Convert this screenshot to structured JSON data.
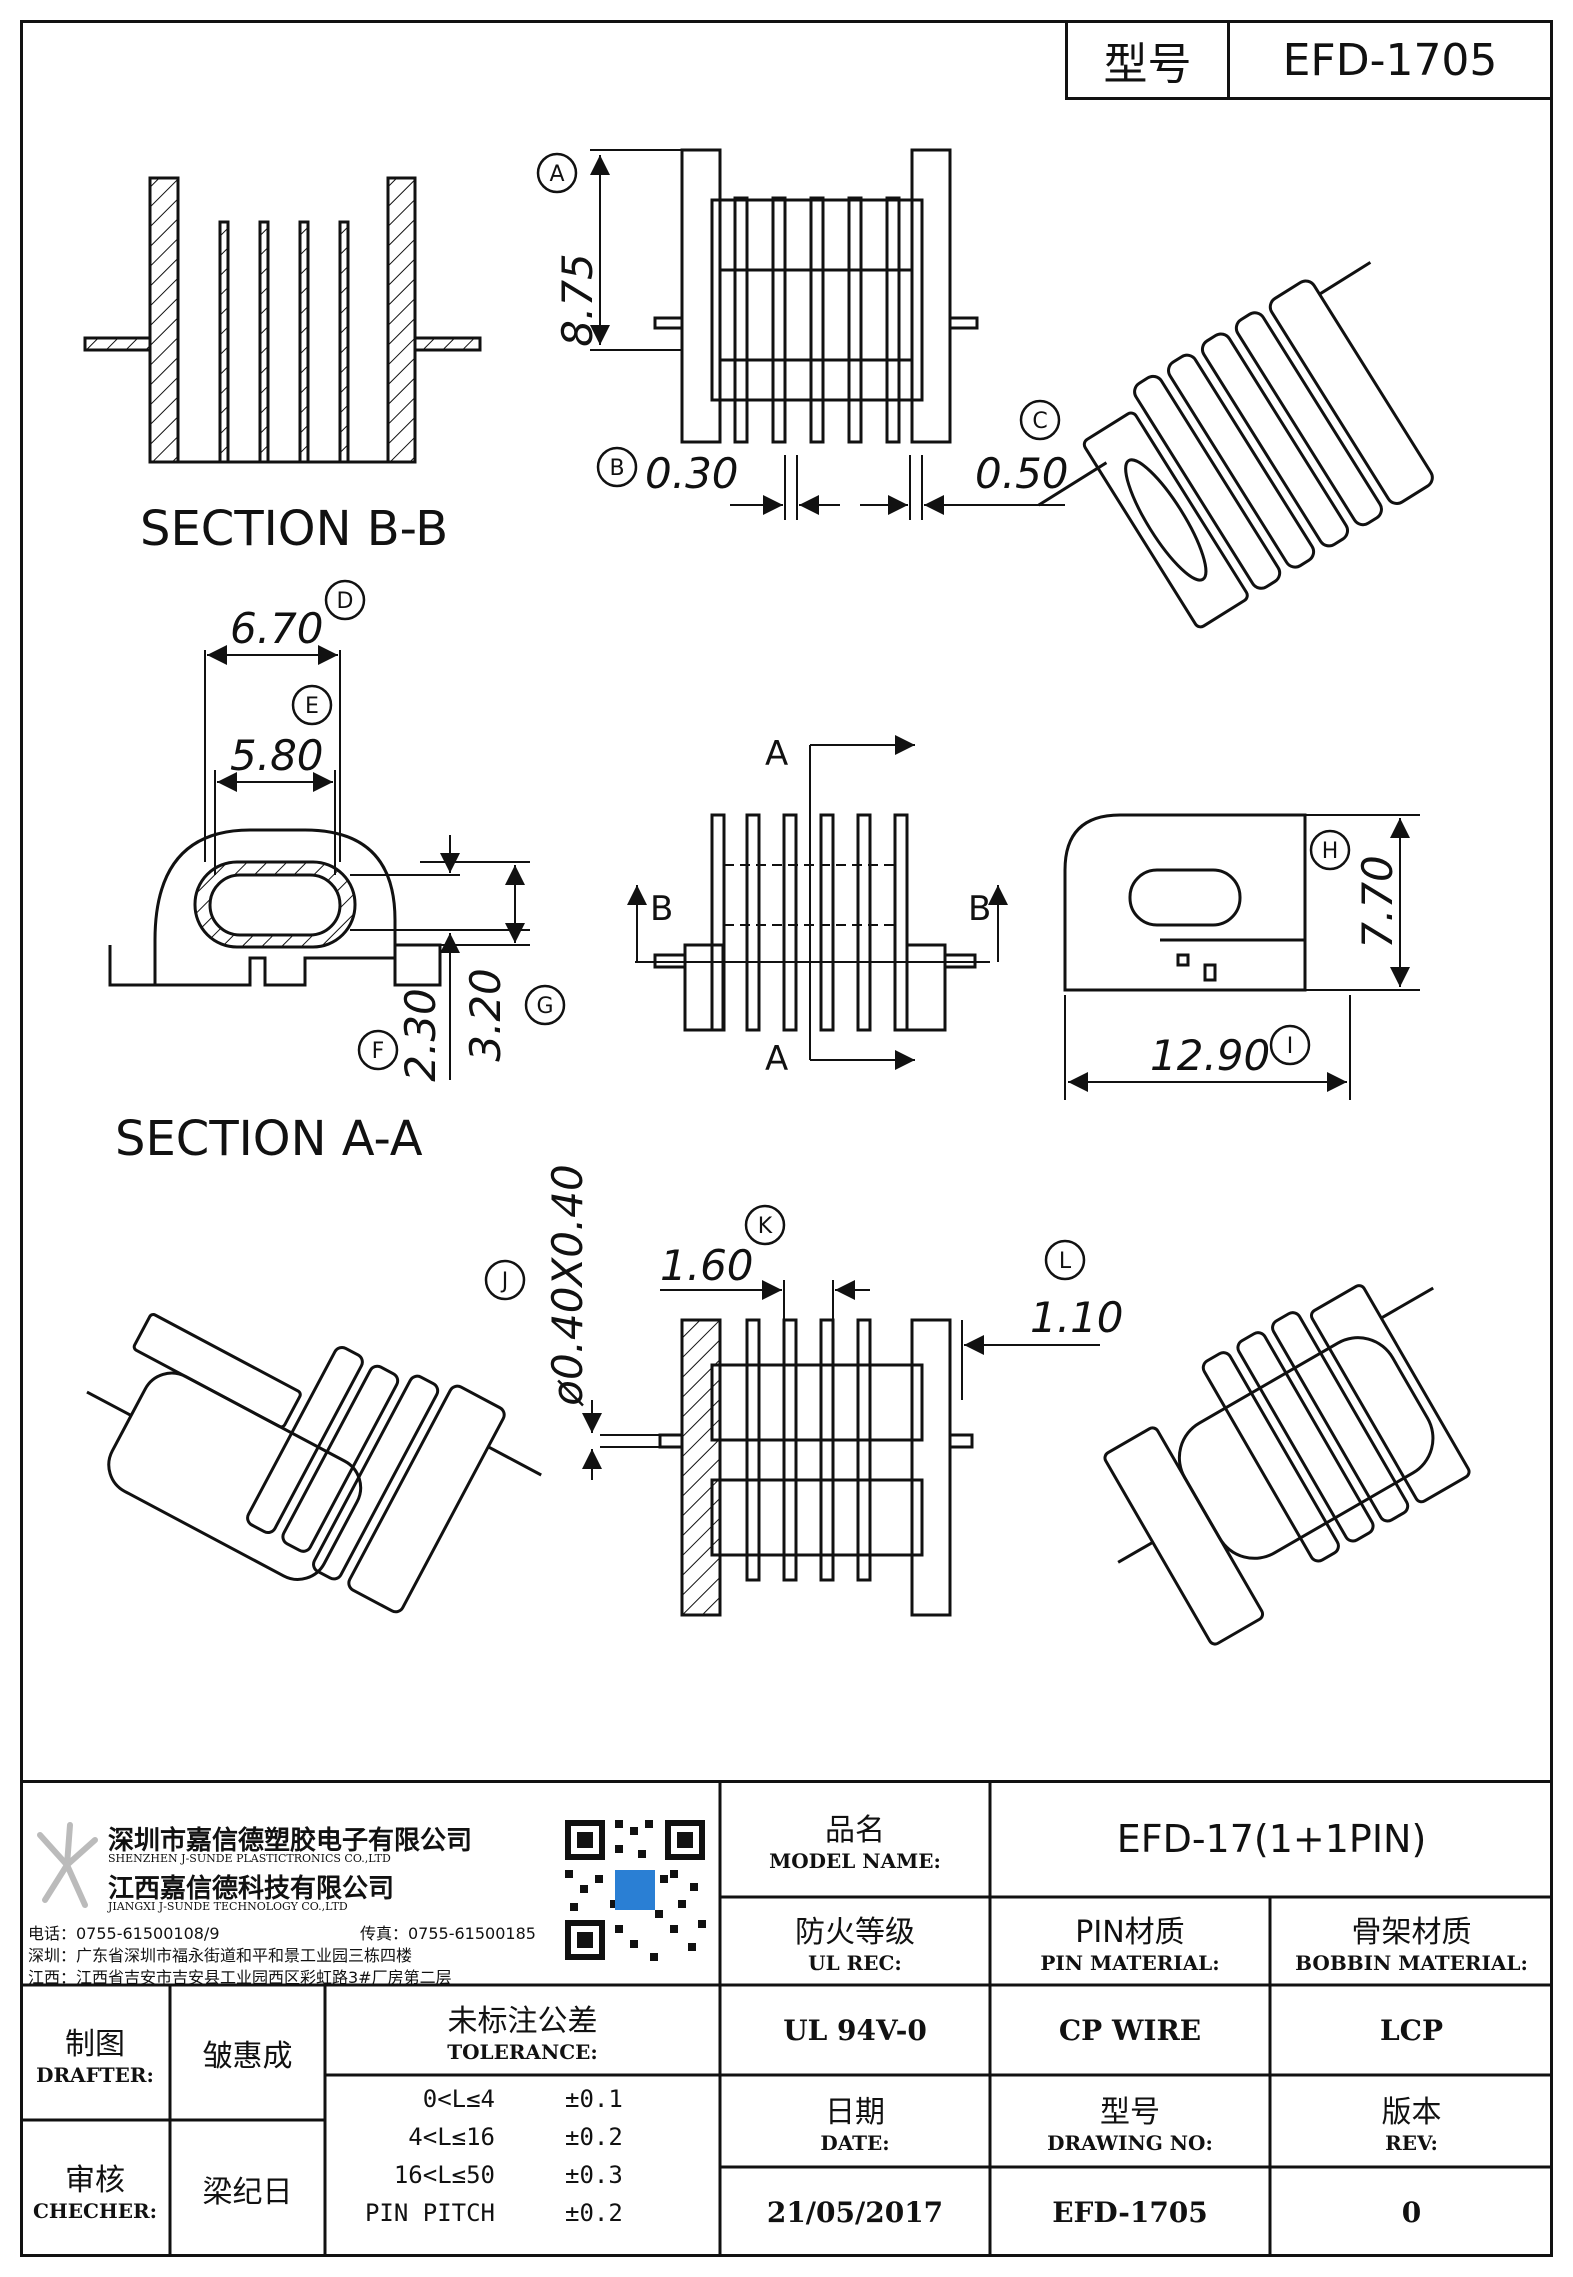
{
  "header": {
    "model_label": "型号",
    "model_value": "EFD-1705"
  },
  "views": {
    "section_bb": "SECTION  B-B",
    "section_aa": "SECTION  A-A",
    "cut_label_a": "A",
    "cut_label_b": "B"
  },
  "dimensions": [
    {
      "tag": "A",
      "value": "8.75"
    },
    {
      "tag": "B",
      "value": "0.30"
    },
    {
      "tag": "C",
      "value": "0.50"
    },
    {
      "tag": "D",
      "value": "6.70"
    },
    {
      "tag": "E",
      "value": "5.80"
    },
    {
      "tag": "F",
      "value": "2.30"
    },
    {
      "tag": "G",
      "value": "3.20"
    },
    {
      "tag": "H",
      "value": "7.70"
    },
    {
      "tag": "I",
      "value": "12.90"
    },
    {
      "tag": "J",
      "value": "ø0.40X0.40"
    },
    {
      "tag": "K",
      "value": "1.60"
    },
    {
      "tag": "L",
      "value": "1.10"
    }
  ],
  "title_block": {
    "company_cn_1": "深圳市嘉信德塑胶电子有限公司",
    "company_en_1": "SHENZHEN J-SUNDE PLASTICTRONICS CO.,LTD",
    "company_cn_2": "江西嘉信德科技有限公司",
    "company_en_2": "JIANGXI J-SUNDE TECHNOLOGY CO.,LTD",
    "phone": "电话：0755-61500108/9",
    "fax": "传真：0755-61500185",
    "addr_sz": "深圳：广东省深圳市福永街道和平和景工业园三栋四楼",
    "addr_jx": "江西：江西省吉安市吉安县工业园西区彩虹路3#厂房第二层",
    "model_name_cn": "品名",
    "model_name_en": "MODEL NAME:",
    "model_name_value": "EFD-17(1+1PIN)",
    "ul_cn": "防火等级",
    "ul_en": "UL REC:",
    "pin_cn": "PIN材质",
    "pin_en": "PIN MATERIAL:",
    "bobbin_cn": "骨架材质",
    "bobbin_en": "BOBBIN MATERIAL:",
    "ul_value": "UL 94V-0",
    "pin_value": "CP WIRE",
    "bobbin_value": "LCP",
    "date_cn": "日期",
    "date_en": "DATE:",
    "drawno_cn": "型号",
    "drawno_en": "DRAWING NO:",
    "rev_cn": "版本",
    "rev_en": "REV:",
    "date_value": "21/05/2017",
    "drawno_value": "EFD-1705",
    "rev_value": "0",
    "drafter_cn": "制图",
    "drafter_en": "DRAFTER:",
    "drafter_name": "皱惠成",
    "checker_cn": "审核",
    "checker_en": "CHECHER:",
    "checker_name": "梁纪日",
    "tolerance_cn": "未标注公差",
    "tolerance_en": "TOLERANCE:",
    "tolerances": [
      {
        "range": "0<L≤4",
        "value": "±0.1"
      },
      {
        "range": "4<L≤16",
        "value": "±0.2"
      },
      {
        "range": "16<L≤50",
        "value": "±0.3"
      },
      {
        "range": "PIN PITCH",
        "value": "±0.2"
      }
    ]
  }
}
